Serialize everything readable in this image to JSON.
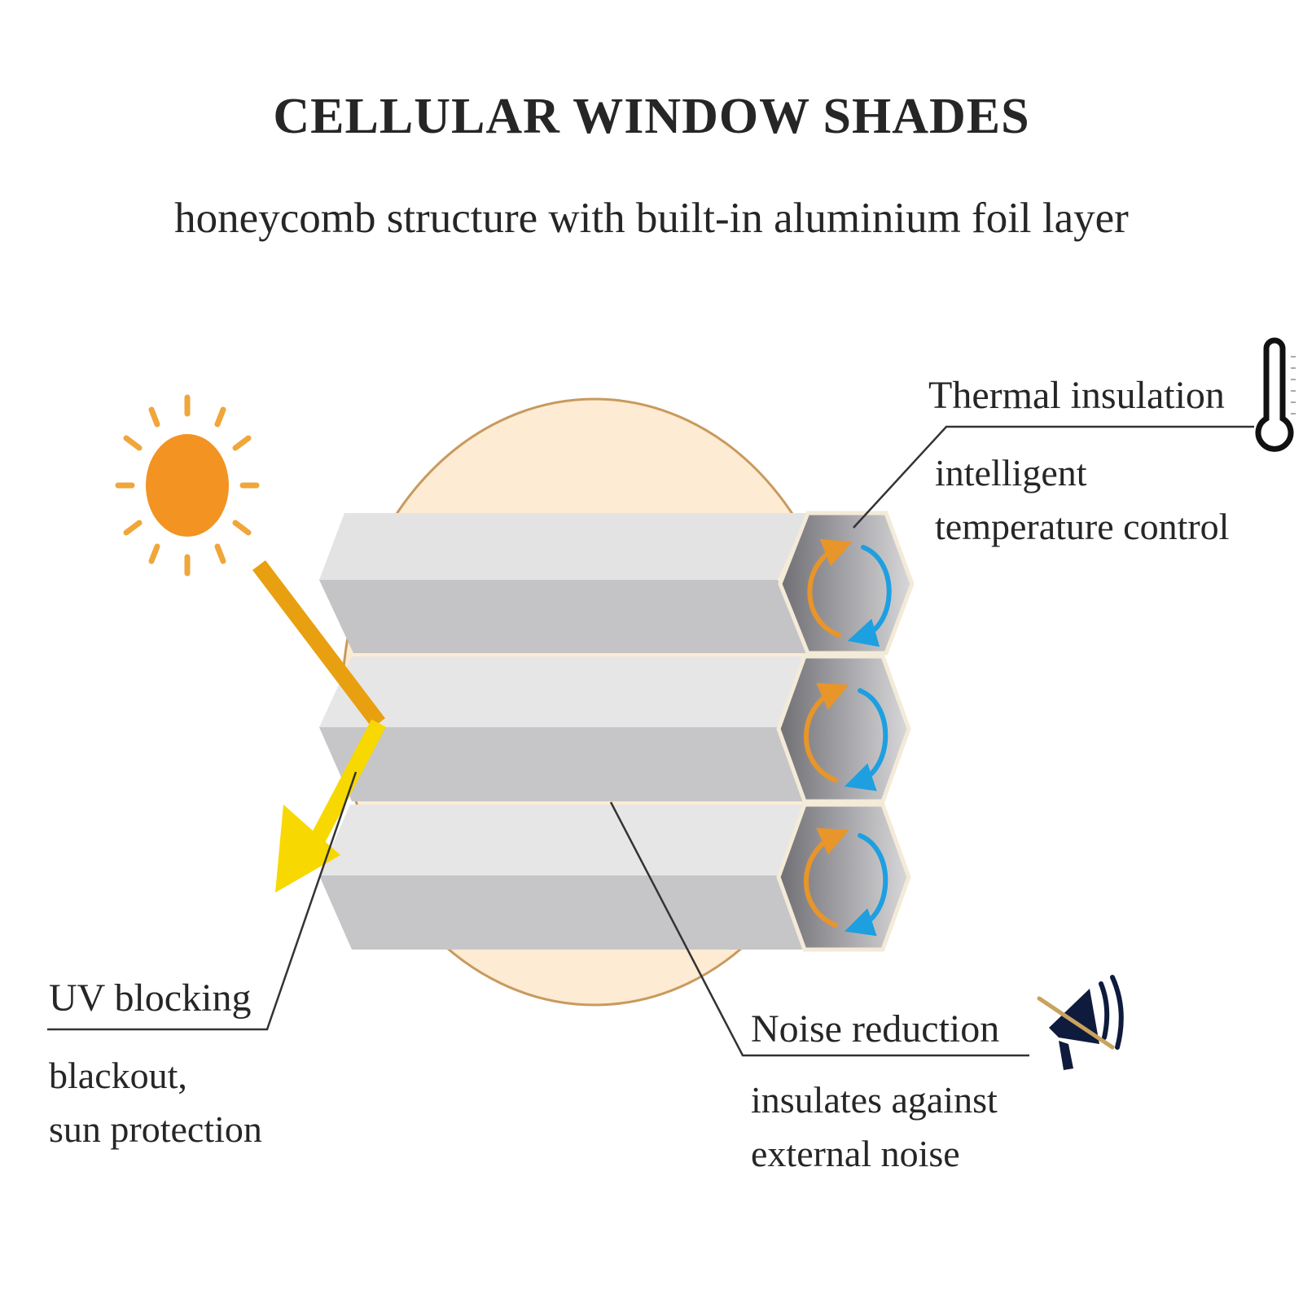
{
  "title": "CELLULAR WINDOW SHADES",
  "subtitle": "honeycomb structure with built-in aluminium foil layer",
  "callouts": {
    "thermal": {
      "heading": "Thermal insulation",
      "line1": "intelligent",
      "line2": "temperature control",
      "icon": "thermometer-icon"
    },
    "uv": {
      "heading": "UV blocking",
      "line1": "blackout,",
      "line2": "sun protection",
      "icon": "sun-icon"
    },
    "noise": {
      "heading": "Noise reduction",
      "line1": "insulates against",
      "line2": "external noise",
      "icon": "muted-speaker-icon"
    }
  },
  "colors": {
    "sun": "#f39322",
    "sun_ray": "#e8a020",
    "uv_arrow_in": "#e8a010",
    "uv_arrow_out": "#f7d800",
    "warm_arrow": "#e8952a",
    "cool_arrow": "#1e9fe0",
    "backdrop": "#fdebd3",
    "backdrop_ring": "#c89a5e"
  }
}
